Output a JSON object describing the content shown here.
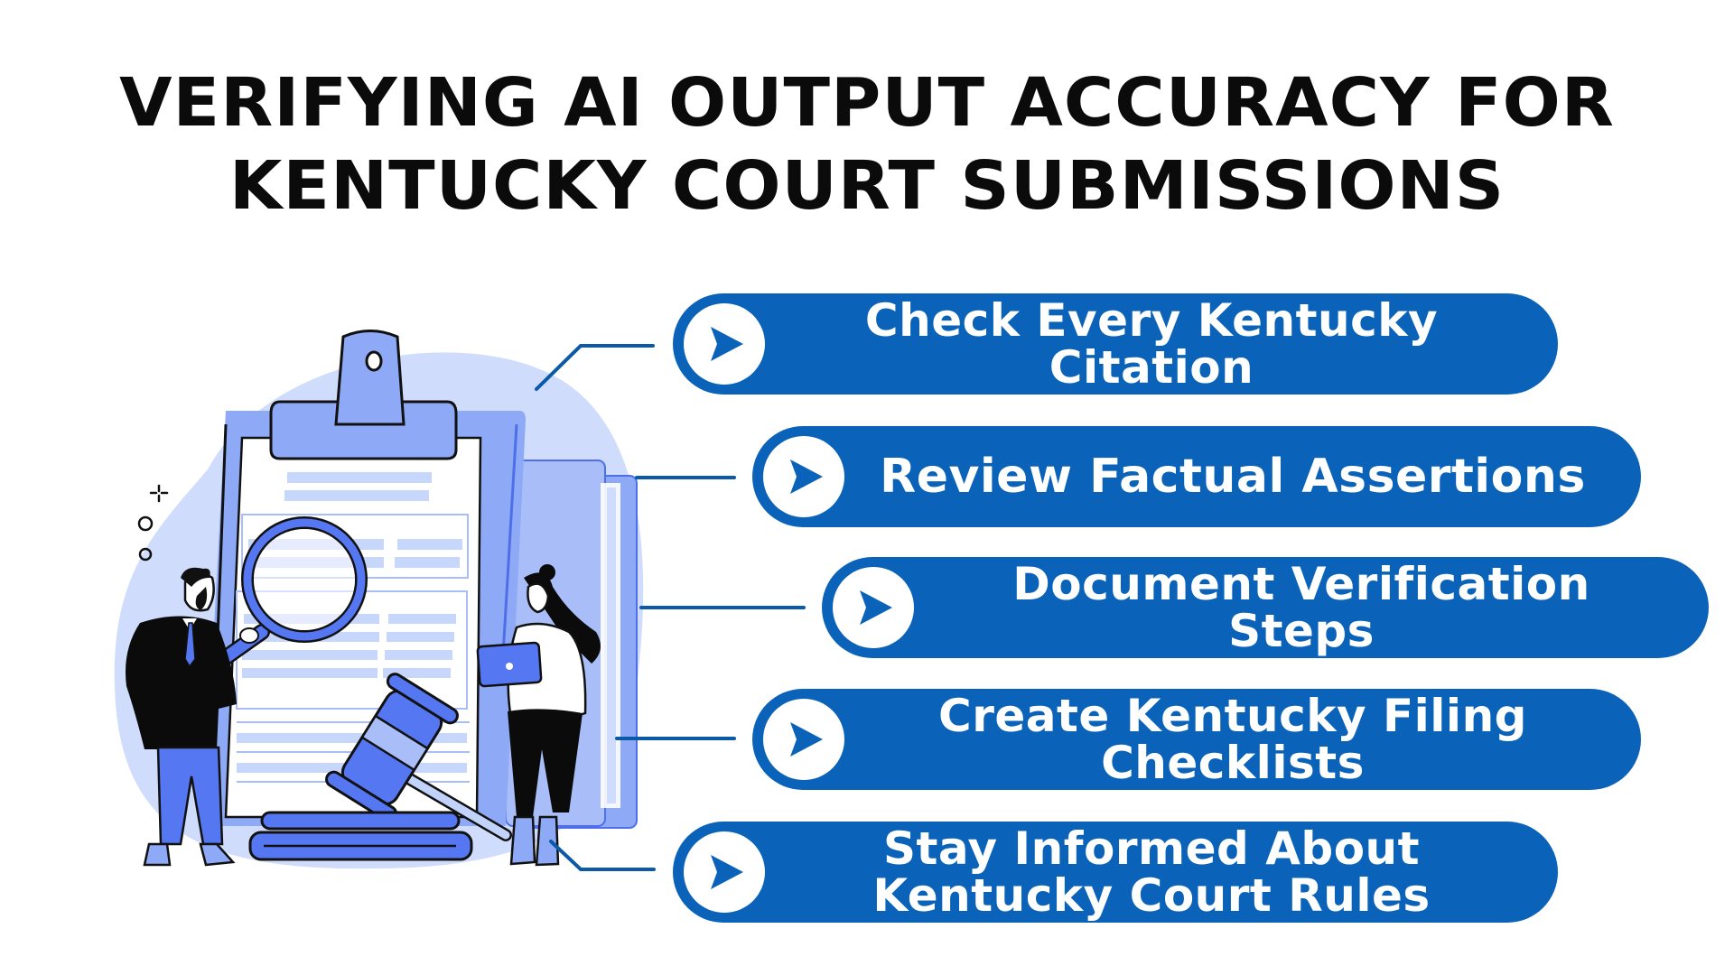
{
  "title": {
    "line1": "VERIFYING AI OUTPUT ACCURACY FOR",
    "line2": "KENTUCKY COURT SUBMISSIONS"
  },
  "colors": {
    "pill_blue": "#0a63b9",
    "connector_blue": "#0a5aa8",
    "illustration_light": "#cfdcfb",
    "illustration_mid": "#8ea9f6",
    "illustration_vivid": "#5577f2",
    "text_dark": "#0b0b0b"
  },
  "illustration": {
    "description": "Clipboard with document, magnifying glass, gavel, man holding magnifier, woman holding tablet",
    "icons": [
      "clipboard-icon",
      "magnifying-glass-icon",
      "gavel-icon",
      "folder-icon",
      "man-figure",
      "woman-figure",
      "tablet-icon",
      "sparkle-icon"
    ]
  },
  "steps": [
    {
      "icon": "play-arrow-icon",
      "line1": "Check Every Kentucky",
      "line2": "Citation"
    },
    {
      "icon": "play-arrow-icon",
      "line1": "Review Factual Assertions",
      "line2": ""
    },
    {
      "icon": "play-arrow-icon",
      "line1": "Document Verification",
      "line2": "Steps"
    },
    {
      "icon": "play-arrow-icon",
      "line1": "Create Kentucky Filing",
      "line2": "Checklists"
    },
    {
      "icon": "play-arrow-icon",
      "line1": "Stay Informed About",
      "line2": "Kentucky Court Rules"
    }
  ]
}
